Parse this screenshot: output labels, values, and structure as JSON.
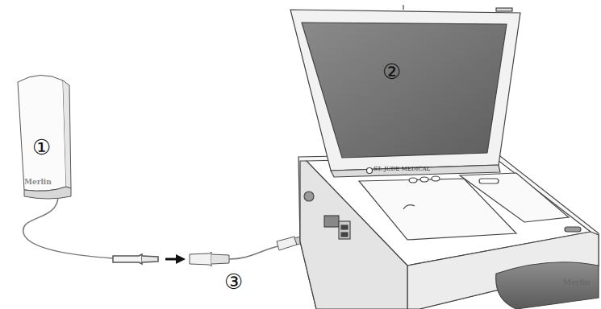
{
  "diagram": {
    "labels": [
      "①",
      "Merlin",
      "②",
      "ST. JUDE MEDICAL",
      "③",
      "Merlin"
    ]
  }
}
